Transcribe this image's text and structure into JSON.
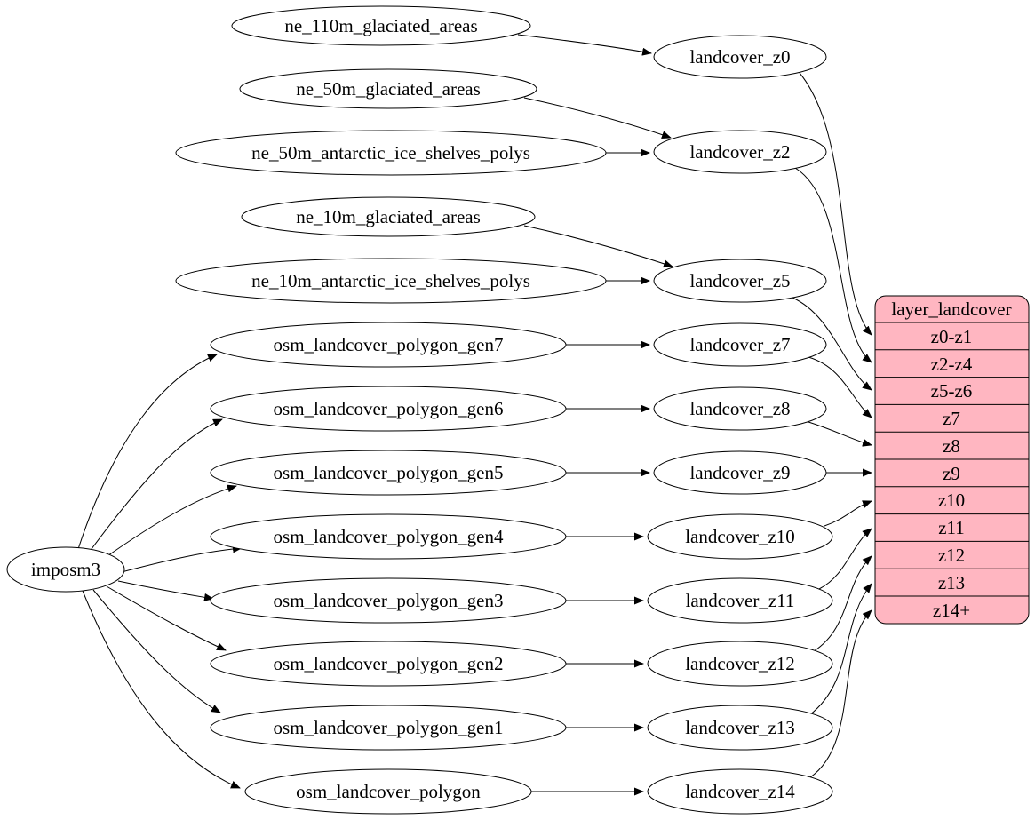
{
  "nodes": {
    "imposm3": "imposm3",
    "ne_110m_glaciated_areas": "ne_110m_glaciated_areas",
    "ne_50m_glaciated_areas": "ne_50m_glaciated_areas",
    "ne_50m_antarctic_ice_shelves_polys": "ne_50m_antarctic_ice_shelves_polys",
    "ne_10m_glaciated_areas": "ne_10m_glaciated_areas",
    "ne_10m_antarctic_ice_shelves_polys": "ne_10m_antarctic_ice_shelves_polys",
    "osm_landcover_polygon_gen7": "osm_landcover_polygon_gen7",
    "osm_landcover_polygon_gen6": "osm_landcover_polygon_gen6",
    "osm_landcover_polygon_gen5": "osm_landcover_polygon_gen5",
    "osm_landcover_polygon_gen4": "osm_landcover_polygon_gen4",
    "osm_landcover_polygon_gen3": "osm_landcover_polygon_gen3",
    "osm_landcover_polygon_gen2": "osm_landcover_polygon_gen2",
    "osm_landcover_polygon_gen1": "osm_landcover_polygon_gen1",
    "osm_landcover_polygon": "osm_landcover_polygon",
    "landcover_z0": "landcover_z0",
    "landcover_z2": "landcover_z2",
    "landcover_z5": "landcover_z5",
    "landcover_z7": "landcover_z7",
    "landcover_z8": "landcover_z8",
    "landcover_z9": "landcover_z9",
    "landcover_z10": "landcover_z10",
    "landcover_z11": "landcover_z11",
    "landcover_z12": "landcover_z12",
    "landcover_z13": "landcover_z13",
    "landcover_z14": "landcover_z14"
  },
  "table": {
    "title": "layer_landcover",
    "rows": [
      "z0-z1",
      "z2-z4",
      "z5-z6",
      "z7",
      "z8",
      "z9",
      "z10",
      "z11",
      "z12",
      "z13",
      "z14+"
    ],
    "fill_color": "#ffb6c1",
    "border_color": "#000000"
  },
  "edges": [
    {
      "from": "imposm3",
      "to": "osm_landcover_polygon_gen7"
    },
    {
      "from": "imposm3",
      "to": "osm_landcover_polygon_gen6"
    },
    {
      "from": "imposm3",
      "to": "osm_landcover_polygon_gen5"
    },
    {
      "from": "imposm3",
      "to": "osm_landcover_polygon_gen4"
    },
    {
      "from": "imposm3",
      "to": "osm_landcover_polygon_gen3"
    },
    {
      "from": "imposm3",
      "to": "osm_landcover_polygon_gen2"
    },
    {
      "from": "imposm3",
      "to": "osm_landcover_polygon_gen1"
    },
    {
      "from": "imposm3",
      "to": "osm_landcover_polygon"
    },
    {
      "from": "ne_110m_glaciated_areas",
      "to": "landcover_z0"
    },
    {
      "from": "ne_50m_glaciated_areas",
      "to": "landcover_z2"
    },
    {
      "from": "ne_50m_antarctic_ice_shelves_polys",
      "to": "landcover_z2"
    },
    {
      "from": "ne_10m_glaciated_areas",
      "to": "landcover_z5"
    },
    {
      "from": "ne_10m_antarctic_ice_shelves_polys",
      "to": "landcover_z5"
    },
    {
      "from": "osm_landcover_polygon_gen7",
      "to": "landcover_z7"
    },
    {
      "from": "osm_landcover_polygon_gen6",
      "to": "landcover_z8"
    },
    {
      "from": "osm_landcover_polygon_gen5",
      "to": "landcover_z9"
    },
    {
      "from": "osm_landcover_polygon_gen4",
      "to": "landcover_z10"
    },
    {
      "from": "osm_landcover_polygon_gen3",
      "to": "landcover_z11"
    },
    {
      "from": "osm_landcover_polygon_gen2",
      "to": "landcover_z12"
    },
    {
      "from": "osm_landcover_polygon_gen1",
      "to": "landcover_z13"
    },
    {
      "from": "osm_landcover_polygon",
      "to": "landcover_z14"
    },
    {
      "from": "landcover_z0",
      "to": "layer_landcover:z0-z1"
    },
    {
      "from": "landcover_z2",
      "to": "layer_landcover:z2-z4"
    },
    {
      "from": "landcover_z5",
      "to": "layer_landcover:z5-z6"
    },
    {
      "from": "landcover_z7",
      "to": "layer_landcover:z7"
    },
    {
      "from": "landcover_z8",
      "to": "layer_landcover:z8"
    },
    {
      "from": "landcover_z9",
      "to": "layer_landcover:z9"
    },
    {
      "from": "landcover_z10",
      "to": "layer_landcover:z10"
    },
    {
      "from": "landcover_z11",
      "to": "layer_landcover:z11"
    },
    {
      "from": "landcover_z12",
      "to": "layer_landcover:z12"
    },
    {
      "from": "landcover_z13",
      "to": "layer_landcover:z13"
    },
    {
      "from": "landcover_z14",
      "to": "layer_landcover:z14+"
    }
  ]
}
